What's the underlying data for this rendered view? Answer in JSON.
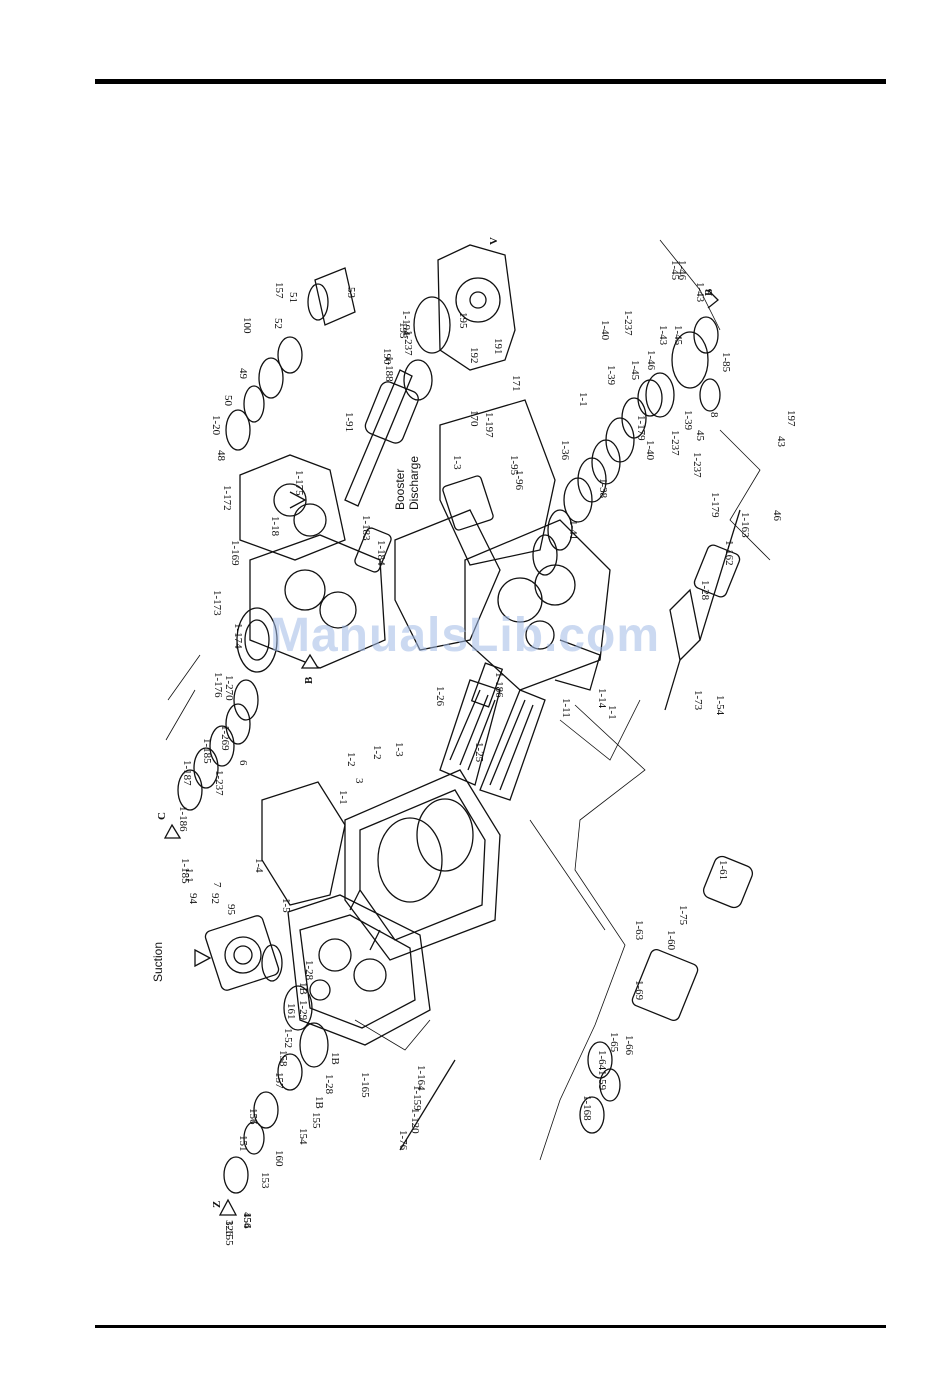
{
  "watermark": "ManualsLib.com",
  "diagram": {
    "labels_rot": [
      "1-155",
      "154",
      "151",
      "156",
      "153",
      "160",
      "157",
      "158",
      "1-52",
      "161",
      "154",
      "155",
      "1-29",
      "1B",
      "1-28",
      "1B",
      "1-28",
      "1B",
      "1-5",
      "95",
      "92",
      "94",
      "1-1",
      "7",
      "1-4",
      "6",
      "1-1",
      "3",
      "1-2",
      "1-2",
      "1-3",
      "1-25",
      "1-26",
      "1-186",
      "1-11",
      "1-14",
      "1-169",
      "1-18",
      "1-172",
      "1-175",
      "1-173",
      "1-174",
      "1-176",
      "1-270",
      "1-269",
      "1-237",
      "1-185",
      "1-187",
      "1-186",
      "1-185",
      "1-20",
      "48",
      "50",
      "49",
      "100",
      "52",
      "157",
      "51",
      "53",
      "1-188",
      "1-183",
      "1-184",
      "1-91",
      "190",
      "193",
      "1-237",
      "1-194",
      "195",
      "191",
      "192",
      "171",
      "170",
      "1-96",
      "1-95",
      "1-3",
      "1-197",
      "1-1",
      "1-36",
      "1-41",
      "1-38",
      "1-40",
      "1-39",
      "1-237",
      "1-45",
      "1-46",
      "1-43",
      "1-179",
      "1-40",
      "1-237",
      "1-39",
      "1-45",
      "1-46",
      "1-43",
      "1-45",
      "1-237",
      "1-179",
      "1-162",
      "1-163",
      "1-28",
      "1-73",
      "1-54",
      "1-1",
      "1-168",
      "1-59",
      "1-64",
      "1-65",
      "1-66",
      "1-69",
      "1-63",
      "1-60",
      "1-75",
      "1-61",
      "1-76",
      "1-120",
      "1-159",
      "1-164",
      "1-165",
      "1-85",
      "8",
      "45",
      "46",
      "43",
      "197",
      "326",
      "456"
    ],
    "labels_upright": [
      "Suction",
      "Booster",
      "Discharge",
      "C",
      "B",
      "V",
      "Z",
      "B"
    ]
  }
}
